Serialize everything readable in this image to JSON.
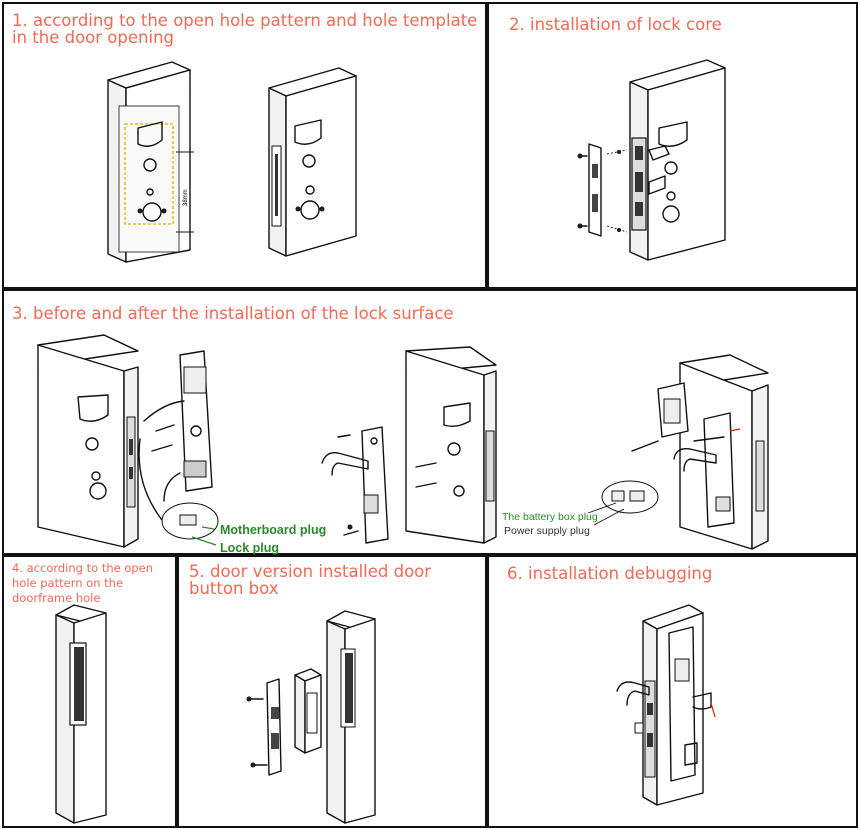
{
  "panels": {
    "p1": {
      "title": "1. according to the open hole pattern and hole template in the door opening",
      "dimension": "38mm"
    },
    "p2": {
      "title": "2. installation of lock core"
    },
    "p3": {
      "title": "3. before and after the installation of the lock surface",
      "label_motherboard": "Motherboard plug",
      "label_lock": "Lock plug",
      "label_battery": "The battery box plug",
      "label_power": "Power supply plug"
    },
    "p4": {
      "title": "4. according to the open hole pattern on the doorframe hole"
    },
    "p5": {
      "title": "5. door version installed door button box"
    },
    "p6": {
      "title": "6. installation debugging"
    }
  },
  "colors": {
    "title": "#f06a55",
    "motherboard_label": "#2a8a2a",
    "lock_label": "#2a8a2a",
    "battery_label": "#2a8a2a",
    "power_label": "#333333",
    "template_outline": "#d6b400",
    "wire_red": "#cc2200"
  }
}
